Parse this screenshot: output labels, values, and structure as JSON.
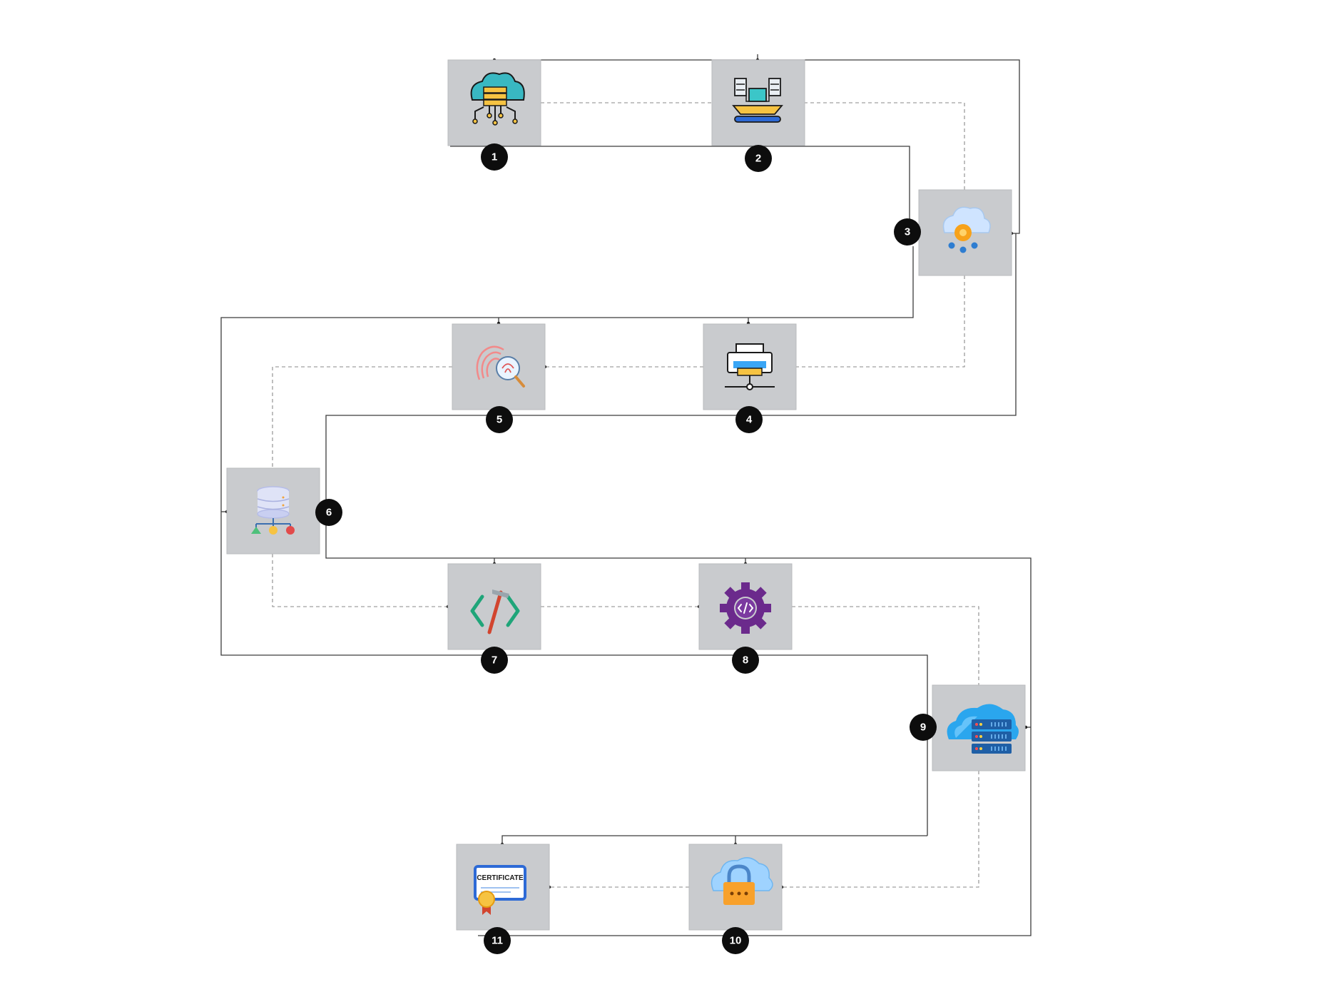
{
  "diagram": {
    "background": "#ffffff",
    "node_fill": "#c9cbce",
    "badge_fill": "#0d0d0d",
    "badge_text_color": "#ffffff",
    "nodes": [
      {
        "id": "1",
        "badge": "1",
        "icon": "cloud-server-network-icon"
      },
      {
        "id": "2",
        "badge": "2",
        "icon": "data-servers-laptop-icon"
      },
      {
        "id": "3",
        "badge": "3",
        "icon": "cloud-gear-icon"
      },
      {
        "id": "4",
        "badge": "4",
        "icon": "network-printer-icon"
      },
      {
        "id": "5",
        "badge": "5",
        "icon": "fingerprint-search-icon"
      },
      {
        "id": "6",
        "badge": "6",
        "icon": "database-hierarchy-icon"
      },
      {
        "id": "7",
        "badge": "7",
        "icon": "code-hammer-icon"
      },
      {
        "id": "8",
        "badge": "8",
        "icon": "code-gear-icon"
      },
      {
        "id": "9",
        "badge": "9",
        "icon": "cloud-server-rack-icon"
      },
      {
        "id": "10",
        "badge": "10",
        "icon": "cloud-lock-icon"
      },
      {
        "id": "11",
        "badge": "11",
        "icon": "certificate-icon"
      }
    ],
    "edges_dashed": [
      [
        "1",
        "2"
      ],
      [
        "2",
        "3"
      ],
      [
        "3",
        "4"
      ],
      [
        "4",
        "5"
      ],
      [
        "5",
        "6"
      ],
      [
        "6",
        "7"
      ],
      [
        "7",
        "8"
      ],
      [
        "8",
        "9"
      ],
      [
        "9",
        "10"
      ],
      [
        "10",
        "11"
      ]
    ]
  }
}
